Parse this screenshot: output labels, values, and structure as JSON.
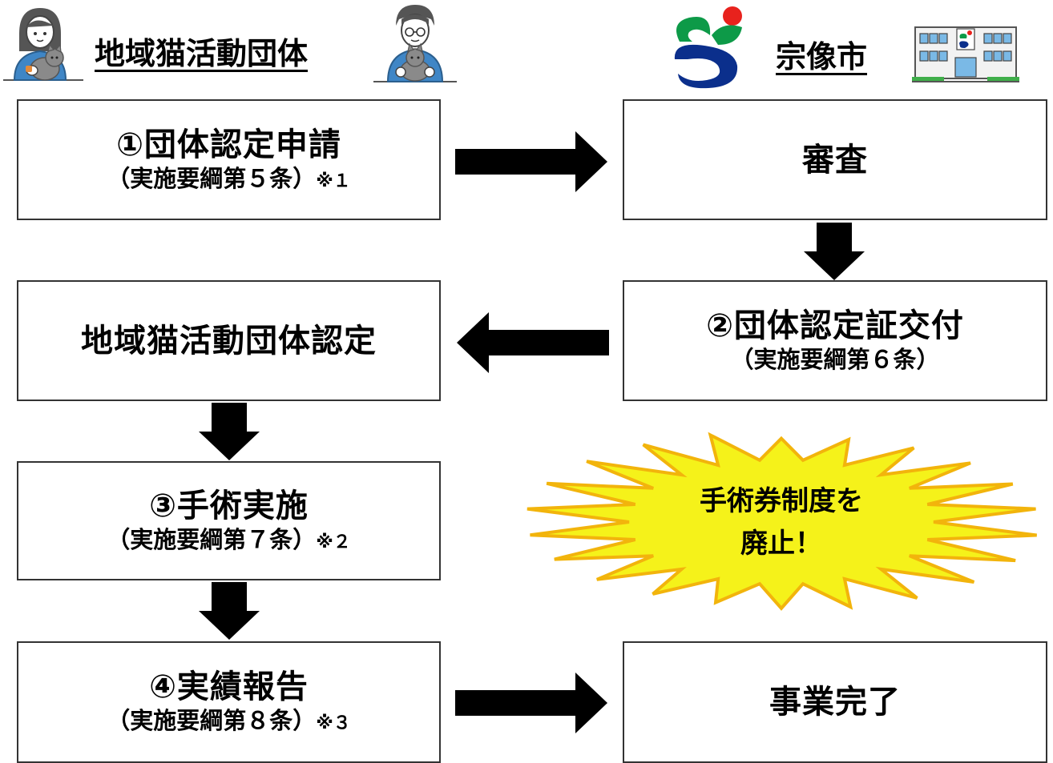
{
  "header": {
    "left_title": "地域猫活動団体",
    "right_title": "宗像市"
  },
  "colors": {
    "arrow": "#000000",
    "box_border": "#333333",
    "burst_fill": "#f5f21a",
    "burst_stroke": "#f2b40c",
    "shirt": "#3f86c6",
    "logo_green": "#0d9a48",
    "logo_blue": "#0b2f8c",
    "logo_red": "#e8221d"
  },
  "boxes": {
    "step1": {
      "main": "①団体認定申請",
      "sub": "（実施要綱第５条）",
      "note": "※１"
    },
    "review": {
      "main": "審査"
    },
    "step2": {
      "main": "②団体認定証交付",
      "sub": "（実施要綱第６条）"
    },
    "certified": {
      "main": "地域猫活動団体認定"
    },
    "step3": {
      "main": "③手術実施",
      "sub": "（実施要綱第７条）",
      "note": "※２"
    },
    "step4": {
      "main": "④実績報告",
      "sub": "（実施要綱第８条）",
      "note": "※３"
    },
    "complete": {
      "main": "事業完了"
    }
  },
  "burst": {
    "line1": "手術券制度を",
    "line2": "廃止！"
  }
}
